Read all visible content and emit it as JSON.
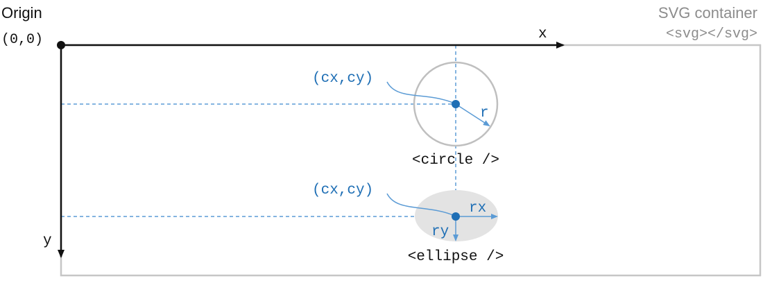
{
  "origin": {
    "label": "Origin",
    "coords": "(0,0)"
  },
  "container": {
    "label": "SVG container",
    "tag": "<svg></svg>"
  },
  "axes": {
    "x_label": "x",
    "y_label": "y"
  },
  "circle": {
    "center_label": "(cx,cy)",
    "radius_label": "r",
    "tag": "<circle />"
  },
  "ellipse": {
    "center_label": "(cx,cy)",
    "rx_label": "rx",
    "ry_label": "ry",
    "tag": "<ellipse />"
  },
  "colors": {
    "axis": "#111111",
    "container_border": "#c6c6c6",
    "container_text": "#8c8c8c",
    "accent_blue": "#1f6fb5",
    "guide_blue": "#5b9bd5",
    "ellipse_fill": "#e3e3e3",
    "circle_stroke": "#bfbfbf"
  }
}
